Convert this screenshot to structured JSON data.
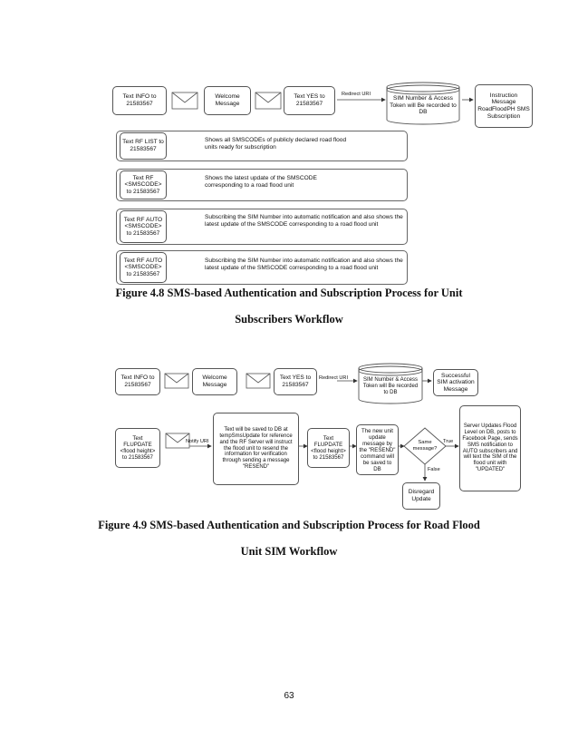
{
  "figure48": {
    "top_row": {
      "text_info": "Text INFO to 21583567",
      "welcome": "Welcome Message",
      "text_yes": "Text YES to 21583567",
      "redirect": "Redirect URI",
      "db": "SIM Number & Access Token will Be recorded to DB",
      "instruction": "Instruction Message RoadFloodPH SMS Subscription"
    },
    "rows": [
      {
        "left": "Text RF LIST to 21583567",
        "right": "Shows all SMSCODEs of publicly declared road flood units ready for subscription"
      },
      {
        "left": "Text RF <SMSCODE> to 21583567",
        "right": "Shows the latest update of the SMSCODE corresponding to a road flood unit"
      },
      {
        "left": "Text RF AUTO <SMSCODE> to 21583567",
        "right": "Subscribing the SIM Number into automatic notification and also shows the latest update of the SMSCODE corresponding to a road flood unit"
      },
      {
        "left": "Text RF AUTO <SMSCODE> to 21583567",
        "right": "Subscribing the SIM Number into automatic notification and also shows the latest update of the SMSCODE corresponding to a road flood unit"
      }
    ],
    "caption_line1": "Figure 4.8 SMS-based Authentication and Subscription Process for Unit",
    "caption_line2": "Subscribers Workflow"
  },
  "figure49": {
    "text_info": "Text INFO to 21583567",
    "welcome": "Welcome Message",
    "text_yes": "Text YES to 21583567",
    "redirect": "Redirect URI",
    "db": "SIM Number & Access Token will Be recorded to DB",
    "success": "Successful SIM activation Message",
    "flupdate": "Text FLUPDATE <flood height> to 21583567",
    "notify": "Notify URI",
    "saved": "Text will be saved to DB at tempSmsUpdate for reference and the RF Server will instruct the flood unit to resend the information for verification through sending a message \"RESEND\"",
    "flupdate2": "Text FLUPDATE <flood height> to 21583567",
    "newunit": "The new unit update message by the \"RESEND\" command will be saved to DB",
    "decision": "Same message?",
    "true_label": "True",
    "false_label": "False",
    "server": "Server Updates Flood Level on DB, posts to Facebook Page, sends SMS notification to AUTO subscribers and will text the SIM of the flood unit with \"UPDATED\"",
    "disregard": "Disregard Update",
    "caption_line1": "Figure 4.9 SMS-based Authentication and Subscription Process for Road Flood",
    "caption_line2": "Unit SIM Workflow"
  },
  "page_number": "63"
}
